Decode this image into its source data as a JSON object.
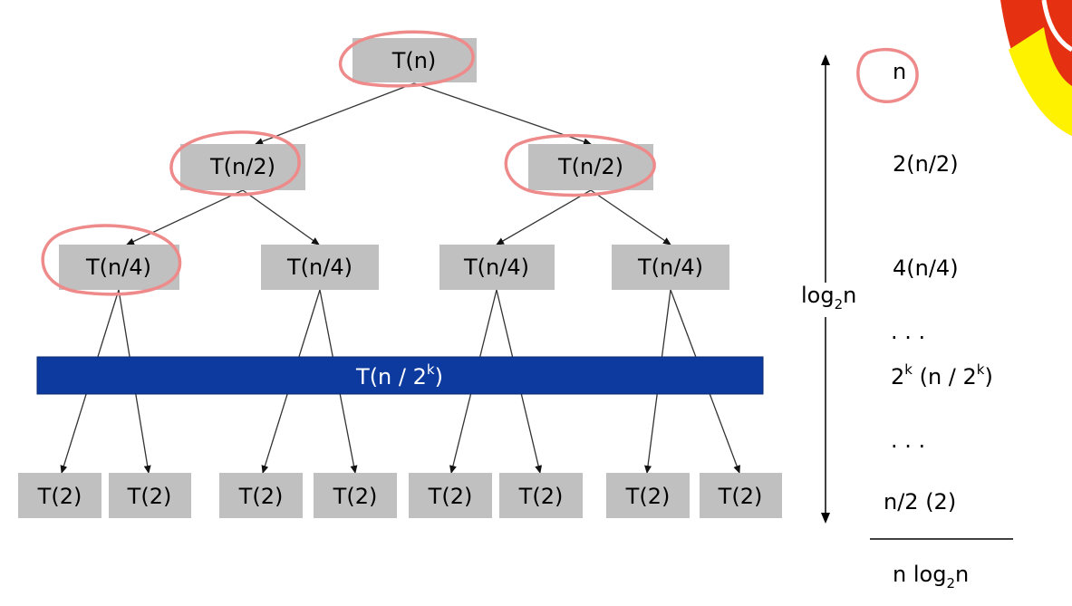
{
  "tree": {
    "root": "T(n)",
    "level1": [
      "T(n/2)",
      "T(n/2)"
    ],
    "level2": [
      "T(n/4)",
      "T(n/4)",
      "T(n/4)",
      "T(n/4)"
    ],
    "band": {
      "base": "T(n / 2",
      "sup": "k",
      "close": ")"
    },
    "leaves": [
      "T(2)",
      "T(2)",
      "T(2)",
      "T(2)",
      "T(2)",
      "T(2)",
      "T(2)",
      "T(2)"
    ]
  },
  "height_label": {
    "base": "log",
    "sub": "2",
    "rest": "n"
  },
  "level_costs": {
    "c0": "n",
    "c1": "2(n/2)",
    "c2": "4(n/4)",
    "dots1": ". . .",
    "ck": {
      "a": "2",
      "a_sup": "k",
      "b": " (n / 2",
      "b_sup": "k",
      "c": ")"
    },
    "dots2": ". . .",
    "clast": "n/2 (2)"
  },
  "total": {
    "a": "n log",
    "sub": "2",
    "b": "n"
  },
  "colors": {
    "box": "#c0c0c0",
    "band": "#0d3a9e",
    "circle": "#ee8a8a",
    "wedge_red": "#e53012",
    "wedge_yellow": "#fff200"
  }
}
